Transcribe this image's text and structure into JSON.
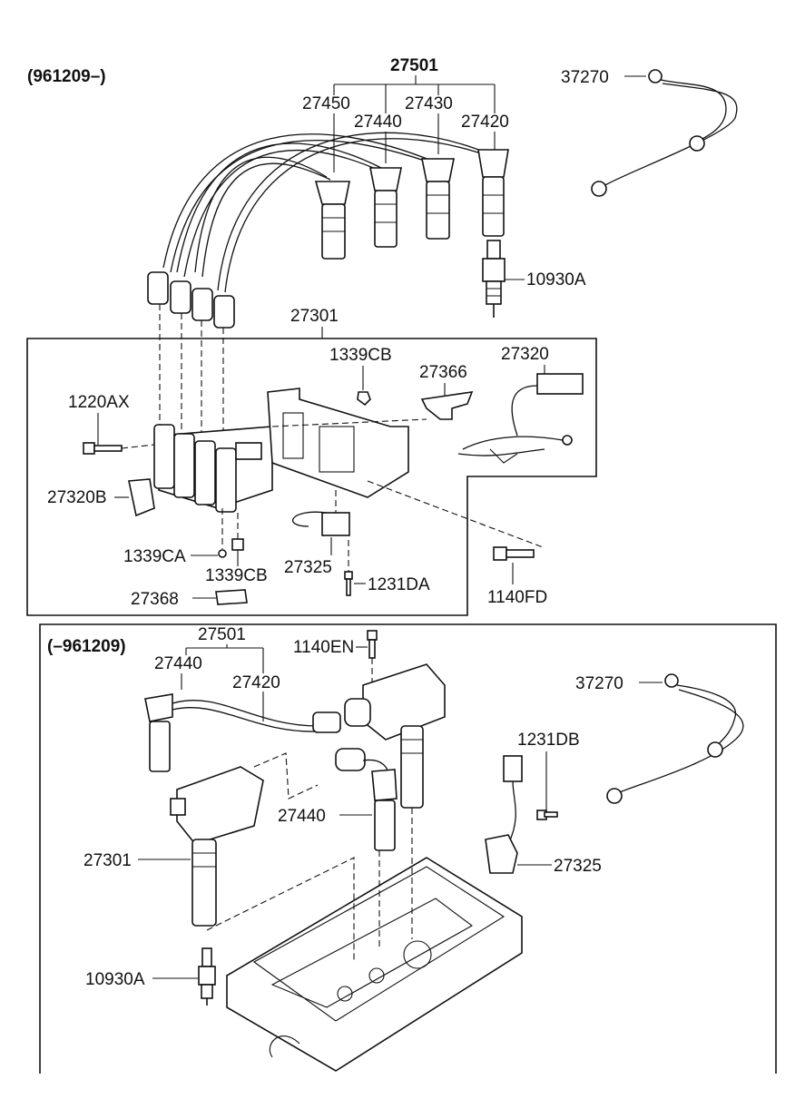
{
  "top_section": {
    "period": "(961209–)",
    "labels": {
      "wire_set": "27501",
      "cable_1": "27450",
      "cable_2": "27440",
      "cable_3": "27430",
      "cable_4": "27420",
      "ground_strap": "37270",
      "spark_plug": "10930A",
      "coil_assy": "27301",
      "nut_1": "1339CB",
      "bracket": "27366",
      "harness": "27320",
      "bolt_1": "1220AX",
      "harness_b": "27320B",
      "nut_2": "1339CA",
      "nut_3": "1339CB",
      "condenser": "27325",
      "screw": "1231DA",
      "cover": "27368",
      "bolt_2": "1140FD"
    }
  },
  "bottom_section": {
    "period": "(–961209)",
    "labels": {
      "wire_set": "27501",
      "cable_1": "27440",
      "cable_2": "27420",
      "bolt": "1140EN",
      "ground_strap": "37270",
      "screw": "1231DB",
      "cable_3": "27440",
      "coil": "27301",
      "condenser": "27325",
      "spark_plug": "10930A"
    }
  }
}
